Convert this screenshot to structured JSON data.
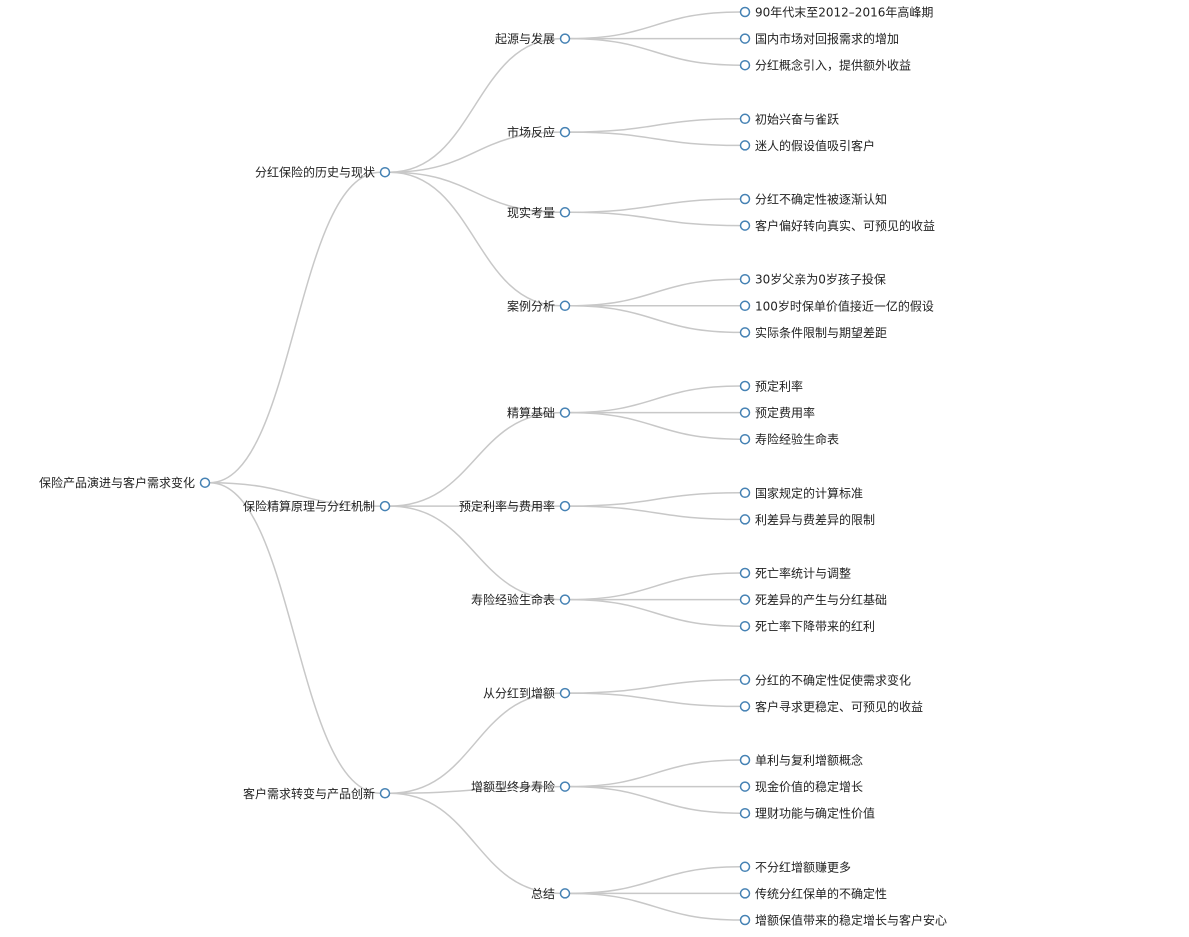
{
  "mindmap": {
    "root": {
      "label": "保险产品演进与客户需求变化",
      "children": [
        {
          "label": "分红保险的历史与现状",
          "children": [
            {
              "label": "起源与发展",
              "children": [
                {
                  "label": "90年代末至2012–2016年高峰期"
                },
                {
                  "label": "国内市场对回报需求的增加"
                },
                {
                  "label": "分红概念引入，提供额外收益"
                }
              ]
            },
            {
              "label": "市场反应",
              "children": [
                {
                  "label": "初始兴奋与雀跃"
                },
                {
                  "label": "迷人的假设值吸引客户"
                }
              ]
            },
            {
              "label": "现实考量",
              "children": [
                {
                  "label": "分红不确定性被逐渐认知"
                },
                {
                  "label": "客户偏好转向真实、可预见的收益"
                }
              ]
            },
            {
              "label": "案例分析",
              "children": [
                {
                  "label": "30岁父亲为0岁孩子投保"
                },
                {
                  "label": "100岁时保单价值接近一亿的假设"
                },
                {
                  "label": "实际条件限制与期望差距"
                }
              ]
            }
          ]
        },
        {
          "label": "保险精算原理与分红机制",
          "children": [
            {
              "label": "精算基础",
              "children": [
                {
                  "label": "预定利率"
                },
                {
                  "label": "预定费用率"
                },
                {
                  "label": "寿险经验生命表"
                }
              ]
            },
            {
              "label": "预定利率与费用率",
              "children": [
                {
                  "label": "国家规定的计算标准"
                },
                {
                  "label": "利差异与费差异的限制"
                }
              ]
            },
            {
              "label": "寿险经验生命表",
              "children": [
                {
                  "label": "死亡率统计与调整"
                },
                {
                  "label": "死差异的产生与分红基础"
                },
                {
                  "label": "死亡率下降带来的红利"
                }
              ]
            }
          ]
        },
        {
          "label": "客户需求转变与产品创新",
          "children": [
            {
              "label": "从分红到增额",
              "children": [
                {
                  "label": "分红的不确定性促使需求变化"
                },
                {
                  "label": "客户寻求更稳定、可预见的收益"
                }
              ]
            },
            {
              "label": "增额型终身寿险",
              "children": [
                {
                  "label": "单利与复利增额概念"
                },
                {
                  "label": "现金价值的稳定增长"
                },
                {
                  "label": "理财功能与确定性价值"
                }
              ]
            },
            {
              "label": "总结",
              "children": [
                {
                  "label": "不分红增额赚更多"
                },
                {
                  "label": "传统分红保单的不确定性"
                },
                {
                  "label": "增额保值带来的稳定增长与客户安心"
                }
              ]
            }
          ]
        }
      ]
    },
    "colors": {
      "link": "#c8c8c8",
      "node_stroke": "#4682b4",
      "node_fill": "#ffffff",
      "text": "#222222"
    }
  }
}
